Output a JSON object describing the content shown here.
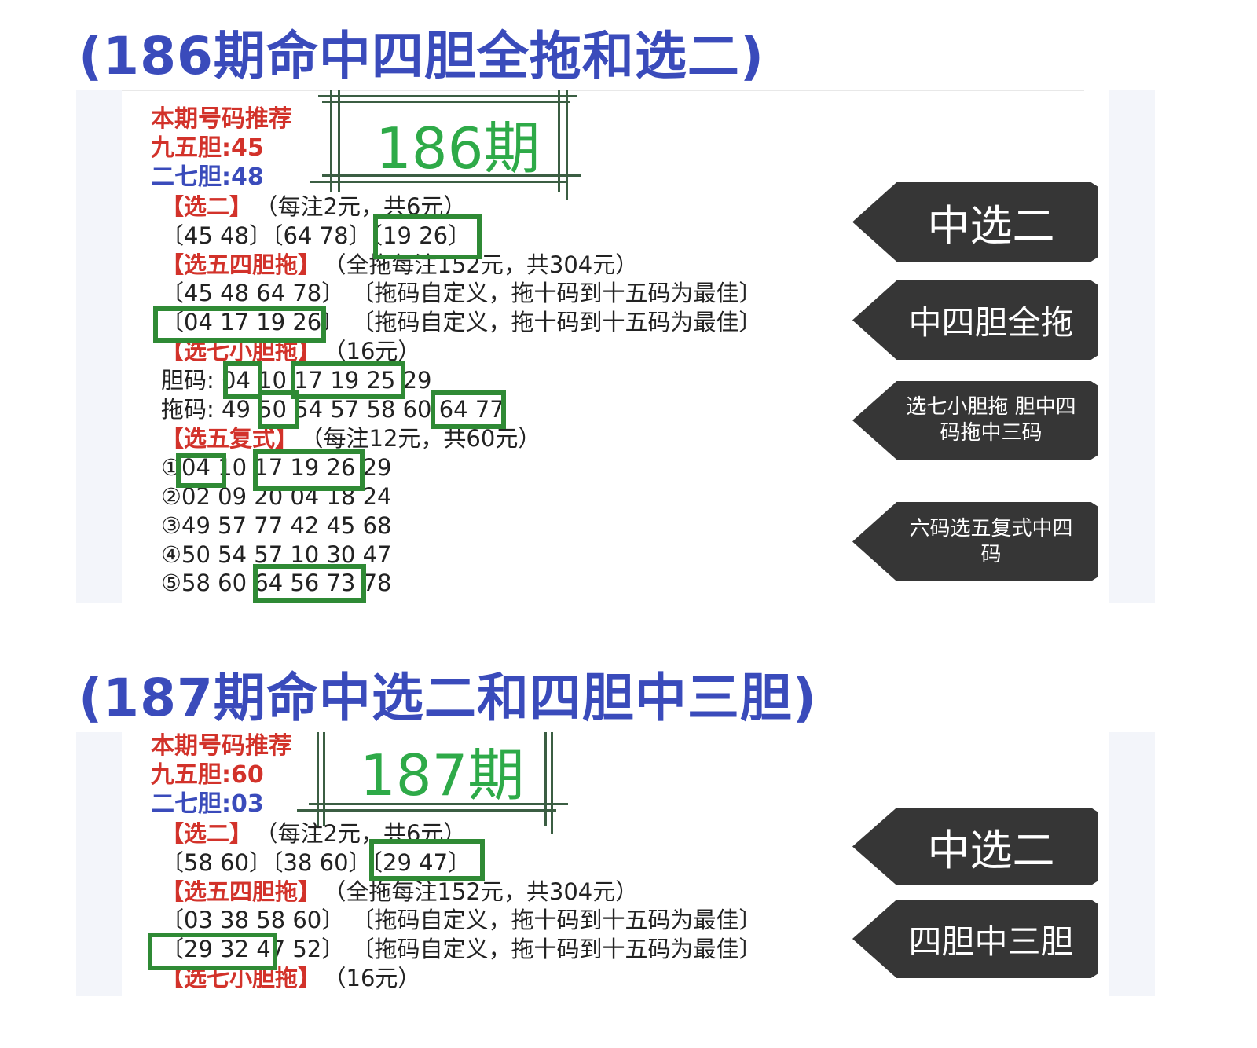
{
  "section186": {
    "title": "(186期命中四胆全拖和选二)",
    "issue_label": "186期",
    "lines": [
      {
        "h": "本期号码推荐",
        "t": ""
      },
      {
        "h": "九五胆:45",
        "t": ""
      },
      {
        "b": "二七胆:48",
        "t": ""
      },
      {
        "h": "【选二】",
        "t": "（每注2元，共6元）"
      },
      {
        "h": "",
        "t": "〔45 48〕〔64 78〕〔19 26〕"
      },
      {
        "h": "【选五四胆拖】",
        "t": "（全拖每注152元，共304元）"
      },
      {
        "h": "",
        "t": "〔45 48 64 78〕 〔拖码自定义，拖十码到十五码为最佳〕"
      },
      {
        "h": "",
        "t": "〔04 17 19 26〕 〔拖码自定义，拖十码到十五码为最佳〕"
      },
      {
        "h": "【选七小胆拖】",
        "t": "（16元）"
      },
      {
        "h": "",
        "t": "胆码: 04 10 17 19 25 29"
      },
      {
        "h": "",
        "t": "拖码: 49 50 54 57 58 60 64 77"
      },
      {
        "h": "【选五复式】",
        "t": "（每注12元，共60元）"
      },
      {
        "h": "",
        "t": "①04 10 17 19 26 29"
      },
      {
        "h": "",
        "t": "②02 09 20 04 18 24"
      },
      {
        "h": "",
        "t": "③49 57 77 42 45 68"
      },
      {
        "h": "",
        "t": "④50 54 57 10 30 47"
      },
      {
        "h": "",
        "t": "⑤58 60 64 56 73 78"
      }
    ],
    "callouts": [
      "中选二",
      "中四胆全拖",
      "选七小胆拖 胆中四码拖中三码",
      "六码选五复式中四码"
    ]
  },
  "section187": {
    "title": "(187期命中选二和四胆中三胆)",
    "issue_label": "187期",
    "lines": [
      {
        "h": "本期号码推荐",
        "t": ""
      },
      {
        "h": "九五胆:60",
        "t": ""
      },
      {
        "b": "二七胆:03",
        "t": ""
      },
      {
        "h": "【选二】",
        "t": "（每注2元，共6元）"
      },
      {
        "h": "",
        "t": "〔58 60〕〔38 60〕〔29 47〕"
      },
      {
        "h": "【选五四胆拖】",
        "t": "（全拖每注152元，共304元）"
      },
      {
        "h": "",
        "t": "〔03 38 58 60〕 〔拖码自定义，拖十码到十五码为最佳〕"
      },
      {
        "h": "",
        "t": "〔29 32 47 52〕 〔拖码自定义，拖十码到十五码为最佳〕"
      },
      {
        "h": "【选七小胆拖】",
        "t": "（16元）"
      }
    ],
    "callouts": [
      "中选二",
      "四胆中三胆"
    ]
  },
  "colors": {
    "title": "#3a4bbb",
    "heading_red": "#d2322a",
    "highlight_green": "#2f8a35",
    "issue_green": "#2eaa48",
    "callout_bg": "#363636"
  }
}
